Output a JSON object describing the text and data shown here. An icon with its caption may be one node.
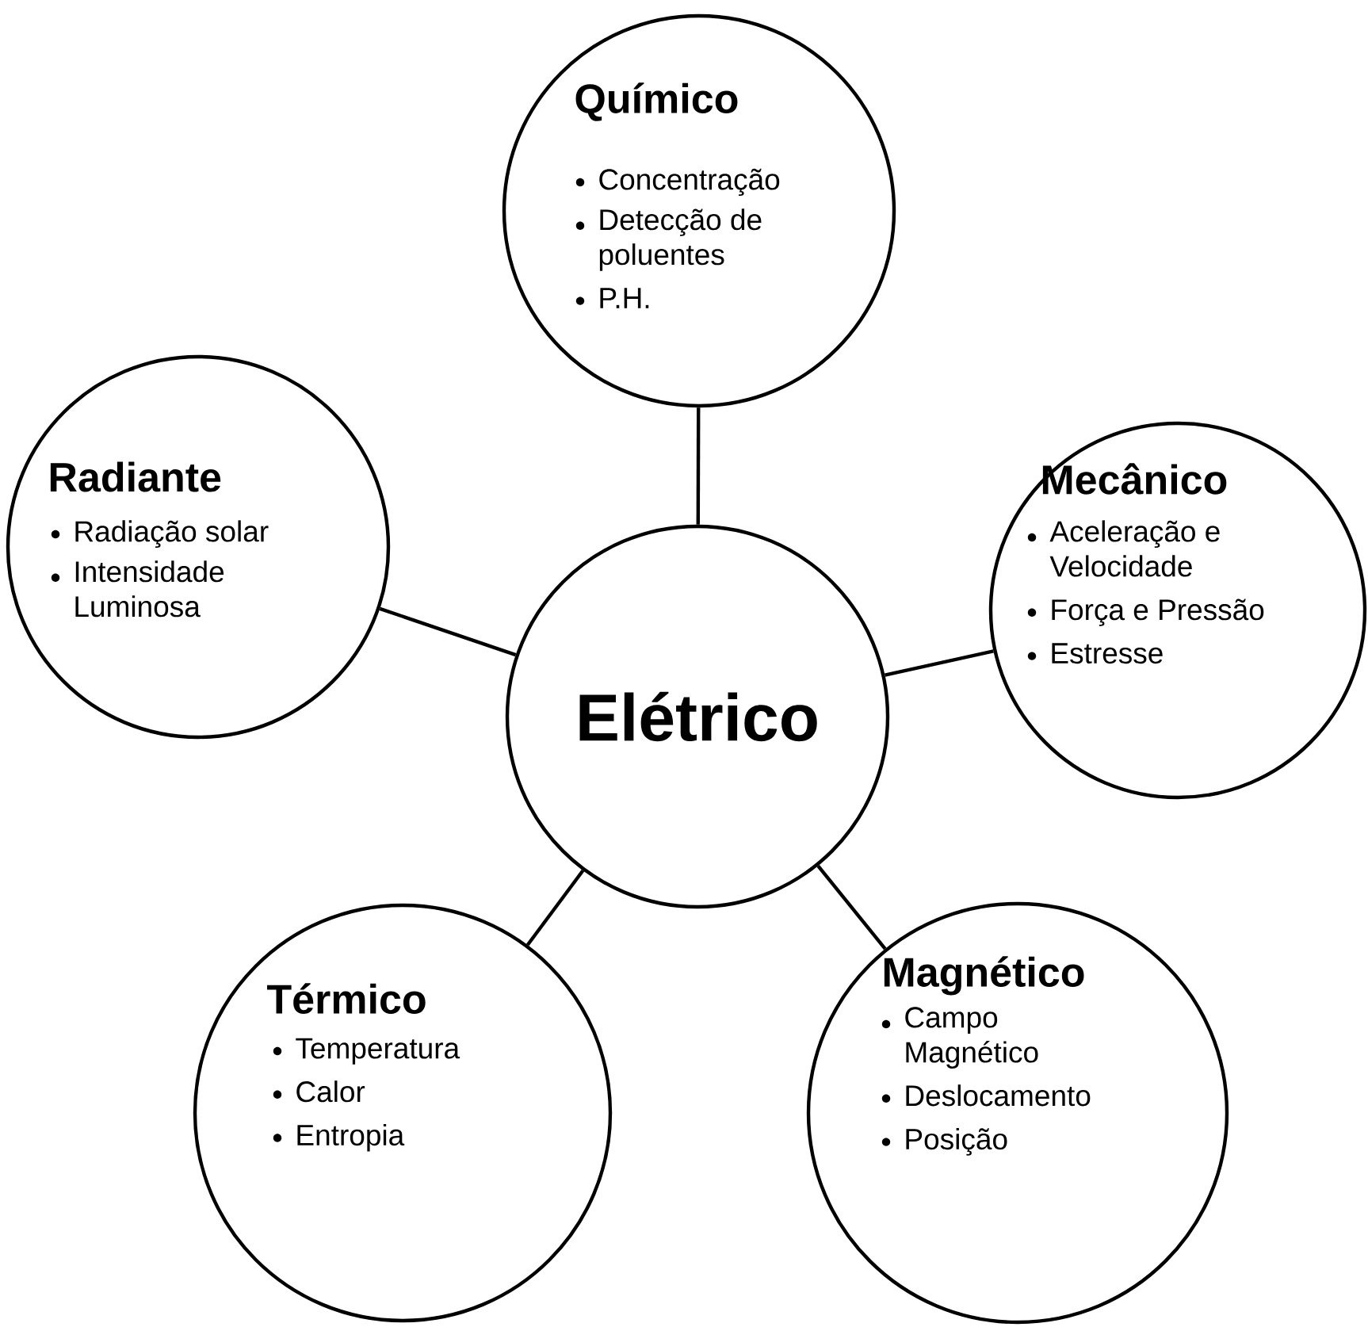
{
  "diagram": {
    "nodes": [
      {
        "text": [
          "Elétrico"
        ]
      },
      {
        "text": [
          "Químico",
          "Concentração",
          "Detecção de poluentes",
          "P.H."
        ]
      },
      {
        "text": [
          "Mecânico",
          "Aceleração e Velocidade",
          "Força e Pressão",
          "Estresse"
        ]
      },
      {
        "text": [
          "Radiante",
          "Radiação solar",
          "Intensidade Luminosa"
        ]
      },
      {
        "text": [
          "Térmico",
          "Temperatura",
          "Calor",
          "Entropia"
        ]
      },
      {
        "text": [
          "Magnético",
          "Campo Magnético",
          "Deslocamento",
          "Posição"
        ]
      }
    ],
    "edges": [
      {
        "from": 0,
        "to": 1,
        "arrow": "none"
      },
      {
        "from": 0,
        "to": 2,
        "arrow": "none"
      },
      {
        "from": 0,
        "to": 3,
        "arrow": "none"
      },
      {
        "from": 0,
        "to": 4,
        "arrow": "none"
      },
      {
        "from": 0,
        "to": 5,
        "arrow": "none"
      }
    ]
  }
}
